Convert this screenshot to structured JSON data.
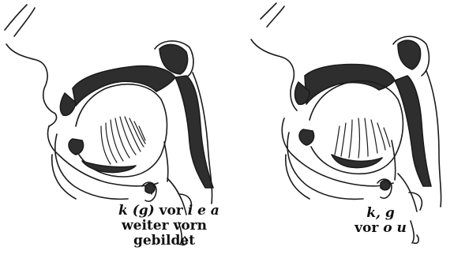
{
  "figure": {
    "panels": [
      {
        "id": "left",
        "caption_lines": [
          "k (g) vor i e a",
          "weiter vorn",
          "gebildet"
        ],
        "caption_parts": {
          "a": "k (g)",
          "b": " vor ",
          "c": "i e a"
        }
      },
      {
        "id": "right",
        "caption_lines": [
          "k, g",
          "vor o u"
        ],
        "caption_parts": {
          "a": "k, g",
          "b": "vor ",
          "c": "o u"
        }
      }
    ],
    "colors": {
      "ink": "#1b1b1b",
      "fill": "#2e2e2e",
      "paper": "#ffffff"
    }
  }
}
